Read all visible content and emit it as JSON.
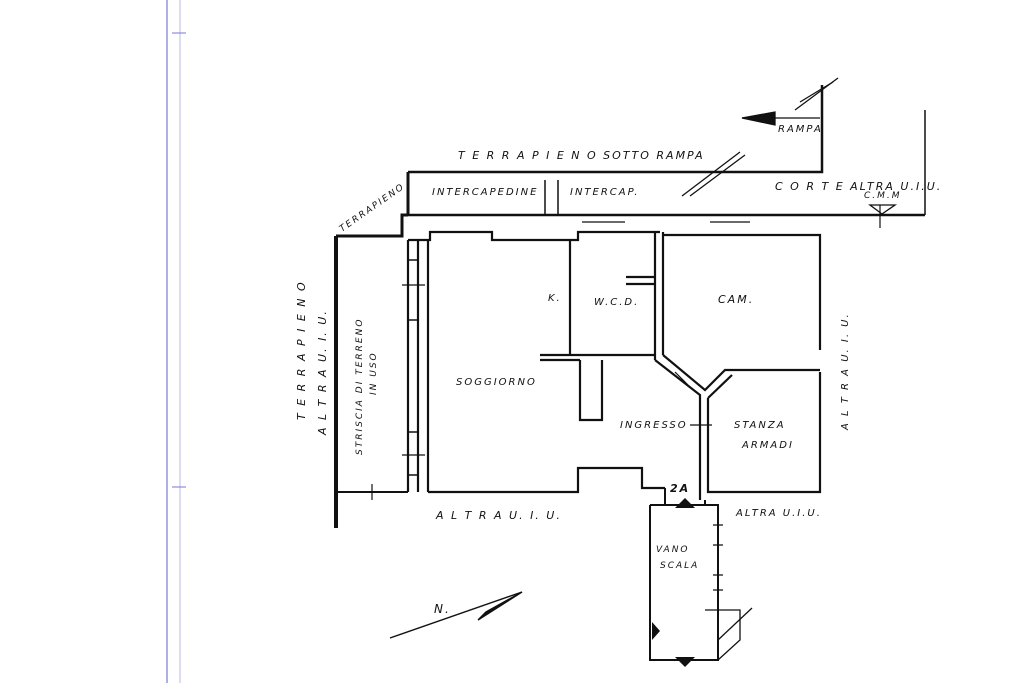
{
  "labels": {
    "terrapieno_sotto_rampa": "T E R R A P I E N O   SOTTO RAMPA",
    "rampa": "RAMPA",
    "corte_altra_uiu": "C O R T E   ALTRA U.I.U.",
    "cm": "C.M.M",
    "terrapieno_diag": "TERRAPIENO",
    "intercapedine": "INTERCAPEDINE",
    "intercap": "INTERCAP.",
    "terrapieno_left": "T E R R A P I E N O",
    "altra_uiu_left": "A L T R A   U. I. U.",
    "striscia_1": "STRISCIA DI TERRENO",
    "striscia_2": "IN USO",
    "k": "K.",
    "wcd": "W.C.D.",
    "cam": "CAM.",
    "soggiorno": "SOGGIORNO",
    "ingresso": "INGRESSO",
    "stanza_1": "STANZA",
    "stanza_2": "ARMADI",
    "altra_uiu_right": "A L T R A   U. I. U.",
    "altra_uiu_bottom": "A L T R A      U. I. U.",
    "altra_uiu_bottom_right": "ALTRA U.I.U.",
    "level": "2A",
    "vano_1": "VANO",
    "vano_2": "SCALA",
    "north": "N."
  }
}
